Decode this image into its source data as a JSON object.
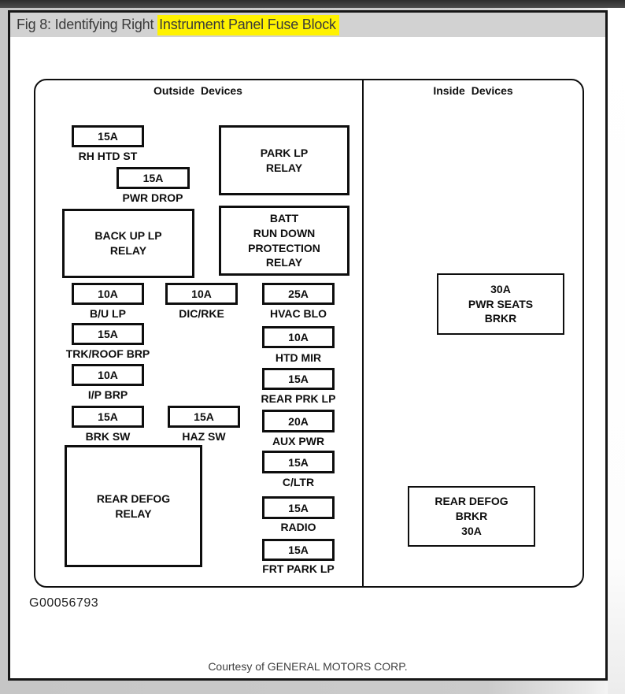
{
  "header": {
    "title_prefix": "Fig 8: Identifying Right ",
    "title_highlight": "Instrument Panel Fuse Block"
  },
  "colors": {
    "highlight_yellow": "#fff200",
    "titlebar_gray": "#d2d2d2",
    "diagram_ink": "#0e0e0e"
  },
  "diagram": {
    "left_header": "Outside Devices",
    "right_header": "Inside Devices",
    "fuses": [
      {
        "amp": "15A",
        "label": "RH HTD ST"
      },
      {
        "amp": "15A",
        "label": "PWR DROP"
      },
      {
        "amp": "10A",
        "label": "B/U LP"
      },
      {
        "amp": "15A",
        "label": "TRK/ROOF BRP"
      },
      {
        "amp": "10A",
        "label": "I/P BRP"
      },
      {
        "amp": "15A",
        "label": "BRK SW"
      },
      {
        "amp": "10A",
        "label": "DIC/RKE"
      },
      {
        "amp": "15A",
        "label": "HAZ SW"
      },
      {
        "amp": "25A",
        "label": "HVAC BLO"
      },
      {
        "amp": "10A",
        "label": "HTD MIR"
      },
      {
        "amp": "15A",
        "label": "REAR PRK LP"
      },
      {
        "amp": "20A",
        "label": "AUX PWR"
      },
      {
        "amp": "15A",
        "label": "C/LTR"
      },
      {
        "amp": "15A",
        "label": "RADIO"
      },
      {
        "amp": "15A",
        "label": "FRT PARK LP"
      }
    ],
    "relays": [
      {
        "text": "PARK LP\nRELAY"
      },
      {
        "text": "BATT\nRUN DOWN\nPROTECTION\nRELAY"
      },
      {
        "text": "BACK UP LP\nRELAY"
      },
      {
        "text": "REAR DEFOG\nRELAY"
      },
      {
        "text": "30A\nPWR SEATS\nBRKR"
      },
      {
        "text": "REAR DEFOG\nBRKR\n30A"
      }
    ]
  },
  "footer": {
    "figure_id": "G00056793",
    "courtesy": "Courtesy of GENERAL MOTORS CORP."
  }
}
